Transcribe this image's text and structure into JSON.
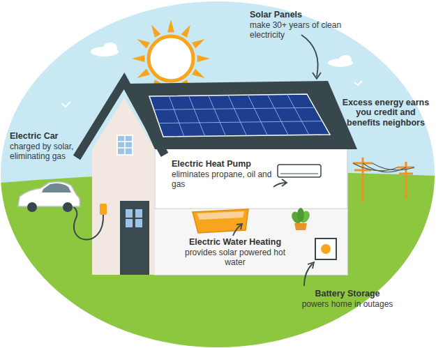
{
  "diagram": {
    "labels": [
      "Solar Panels",
      "make 30+ years of clean electricity",
      "Excess energy earns you credit and benefits neighbors",
      "Electric Car",
      "charged by solar, eliminating gas",
      "Electric Heat Pump",
      "eliminates propane, oil and gas",
      "Electric Water Heating",
      "provides solar powered hot water",
      "Battery Storage",
      "powers home in outages"
    ]
  }
}
